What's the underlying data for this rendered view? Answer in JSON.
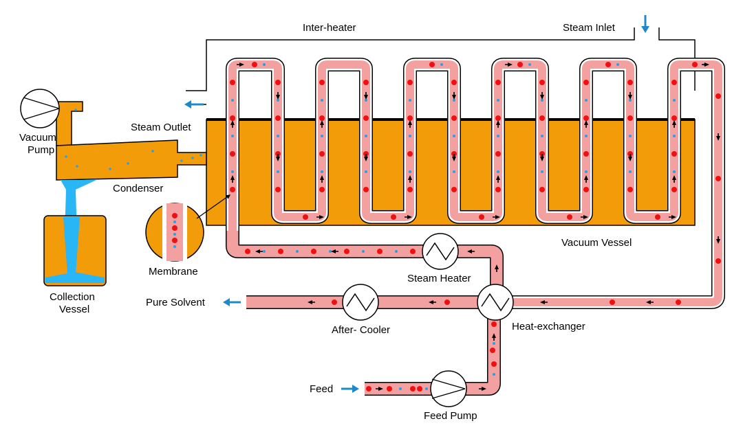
{
  "labels": {
    "inter_heater": "Inter-heater",
    "steam_inlet": "Steam Inlet",
    "steam_outlet": "Steam Outlet",
    "vacuum_pump_1": "Vacuum",
    "vacuum_pump_2": "Pump",
    "condenser": "Condenser",
    "membrane": "Membrane",
    "collection_vessel_1": "Collection",
    "collection_vessel_2": "Vessel",
    "vacuum_vessel": "Vacuum Vessel",
    "steam_heater": "Steam Heater",
    "pure_solvent": "Pure Solvent",
    "after_cooler": "After- Cooler",
    "heat_exchanger": "Heat-exchanger",
    "feed": "Feed",
    "feed_pump": "Feed Pump"
  },
  "colors": {
    "vessel_fill": "#f29c0a",
    "tube_fill": "#f2a0a0",
    "red_particle": "#ee1111",
    "blue_particle": "#2aa0e6",
    "flow_arrow": "#1e88c8",
    "condensate": "#29b6f6",
    "outline": "#000000"
  },
  "icons": {
    "vacuum_pump": "pump-icon",
    "heat_exchanger": "heat-exchanger-icon",
    "steam_heater": "heat-exchanger-icon",
    "after_cooler": "heat-exchanger-icon",
    "feed_pump": "pump-icon"
  }
}
